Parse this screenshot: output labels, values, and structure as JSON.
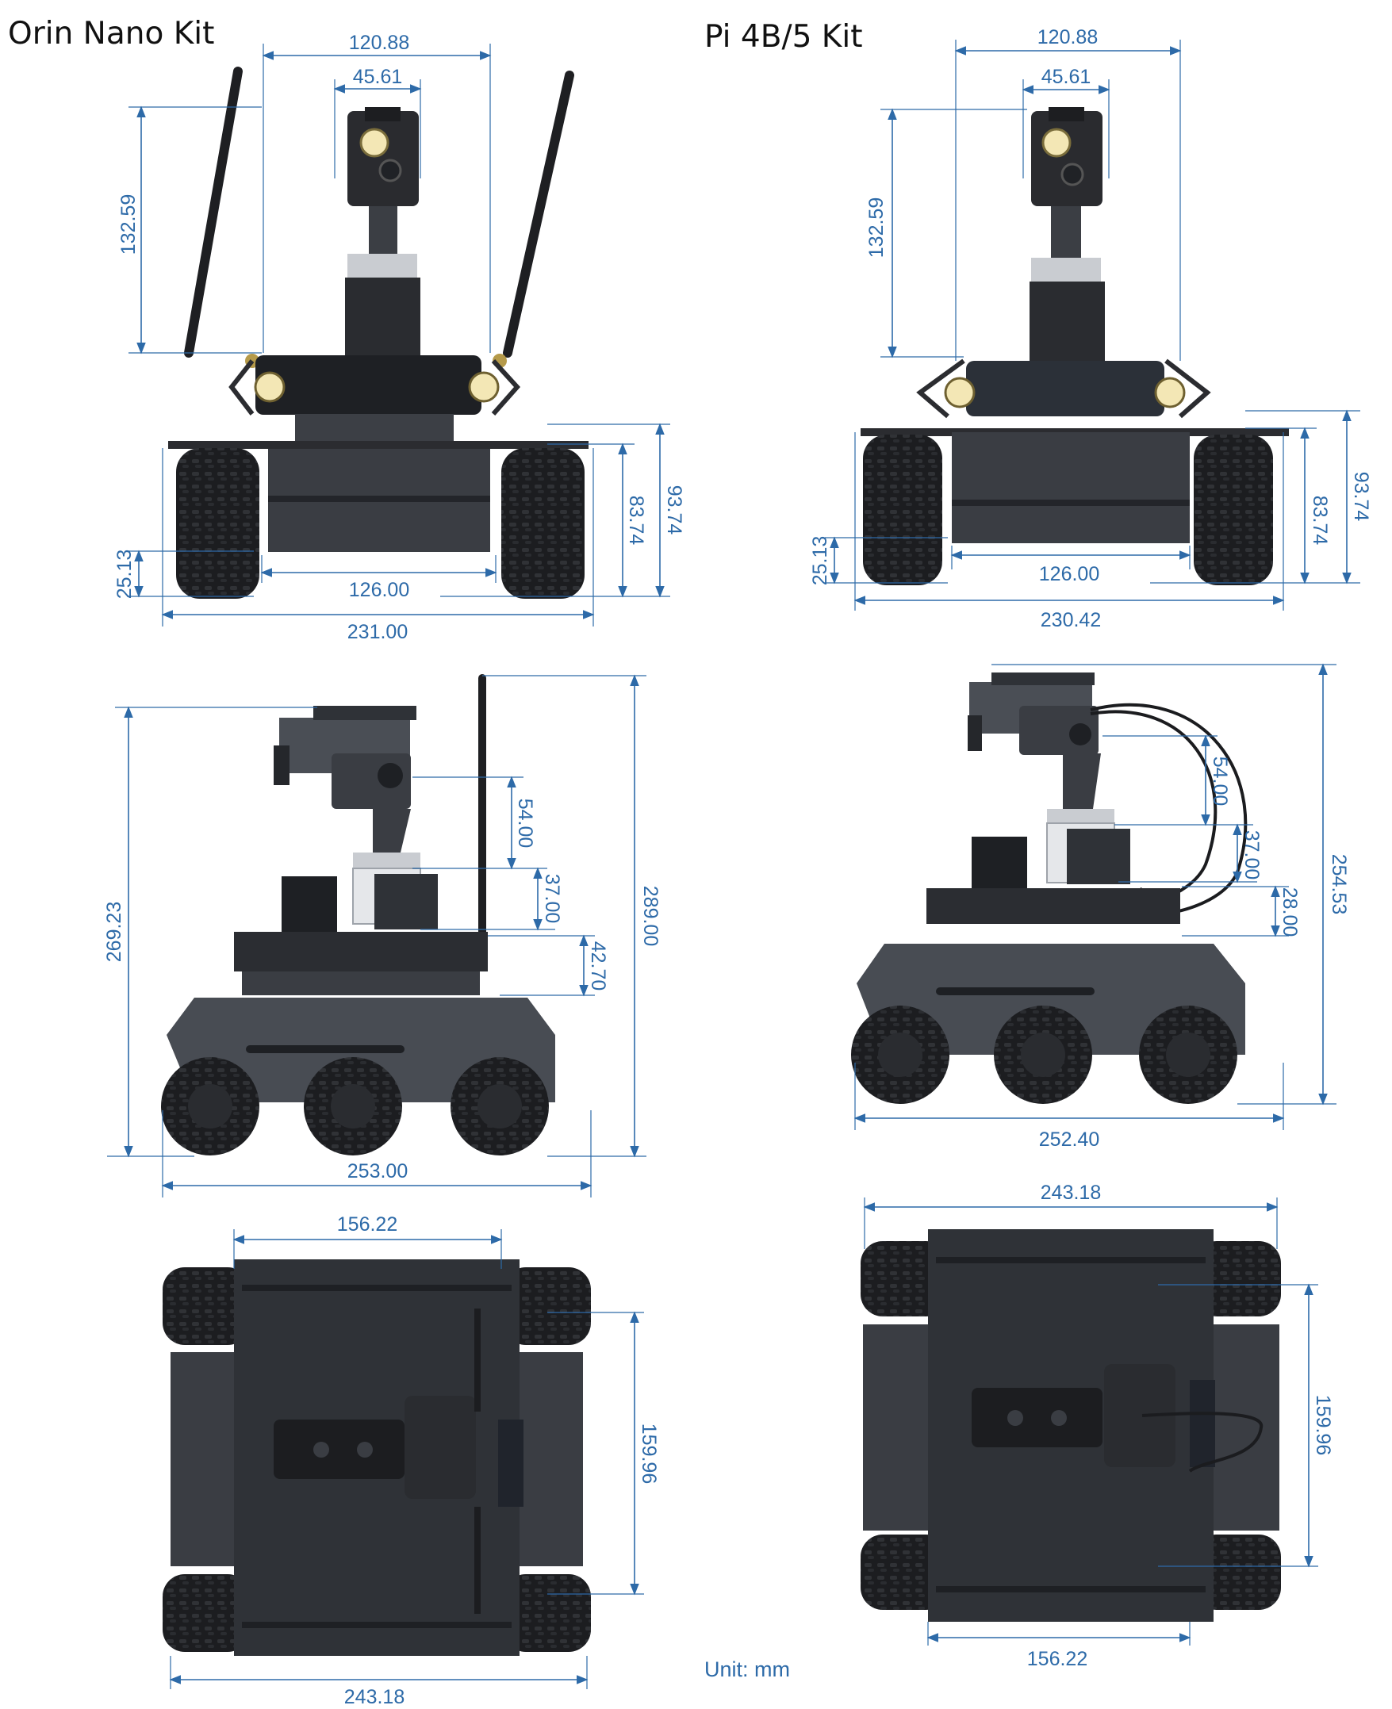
{
  "titles": {
    "left": "Orin Nano Kit",
    "right": "Pi 4B/5 Kit"
  },
  "unit": "Unit: mm",
  "colors": {
    "dimension": "#2d6aa8",
    "body_dark": "#2f3237",
    "body_mid": "#4a4e55",
    "tire": "#1c1d20",
    "lamp": "#f3e7b5"
  },
  "orin_front": {
    "d_120_88": "120.88",
    "d_45_61": "45.61",
    "d_132_59": "132.59",
    "d_93_74": "93.74",
    "d_83_74": "83.74",
    "d_25_13": "25.13",
    "d_126_00": "126.00",
    "d_231_00": "231.00"
  },
  "pi_front": {
    "d_120_88": "120.88",
    "d_45_61": "45.61",
    "d_132_59": "132.59",
    "d_93_74": "93.74",
    "d_83_74": "83.74",
    "d_25_13": "25.13",
    "d_126_00": "126.00",
    "d_230_42": "230.42"
  },
  "orin_side": {
    "d_269_23": "269.23",
    "d_289_00": "289.00",
    "d_54_00": "54.00",
    "d_37_00": "37.00",
    "d_42_70": "42.70",
    "d_253_00": "253.00"
  },
  "pi_side": {
    "d_254_53": "254.53",
    "d_54_00": "54.00",
    "d_37_00": "37.00",
    "d_28_00": "28.00",
    "d_252_40": "252.40"
  },
  "orin_top": {
    "d_156_22": "156.22",
    "d_159_96": "159.96",
    "d_243_18": "243.18"
  },
  "pi_top": {
    "d_243_18": "243.18",
    "d_159_96": "159.96",
    "d_156_22": "156.22"
  }
}
